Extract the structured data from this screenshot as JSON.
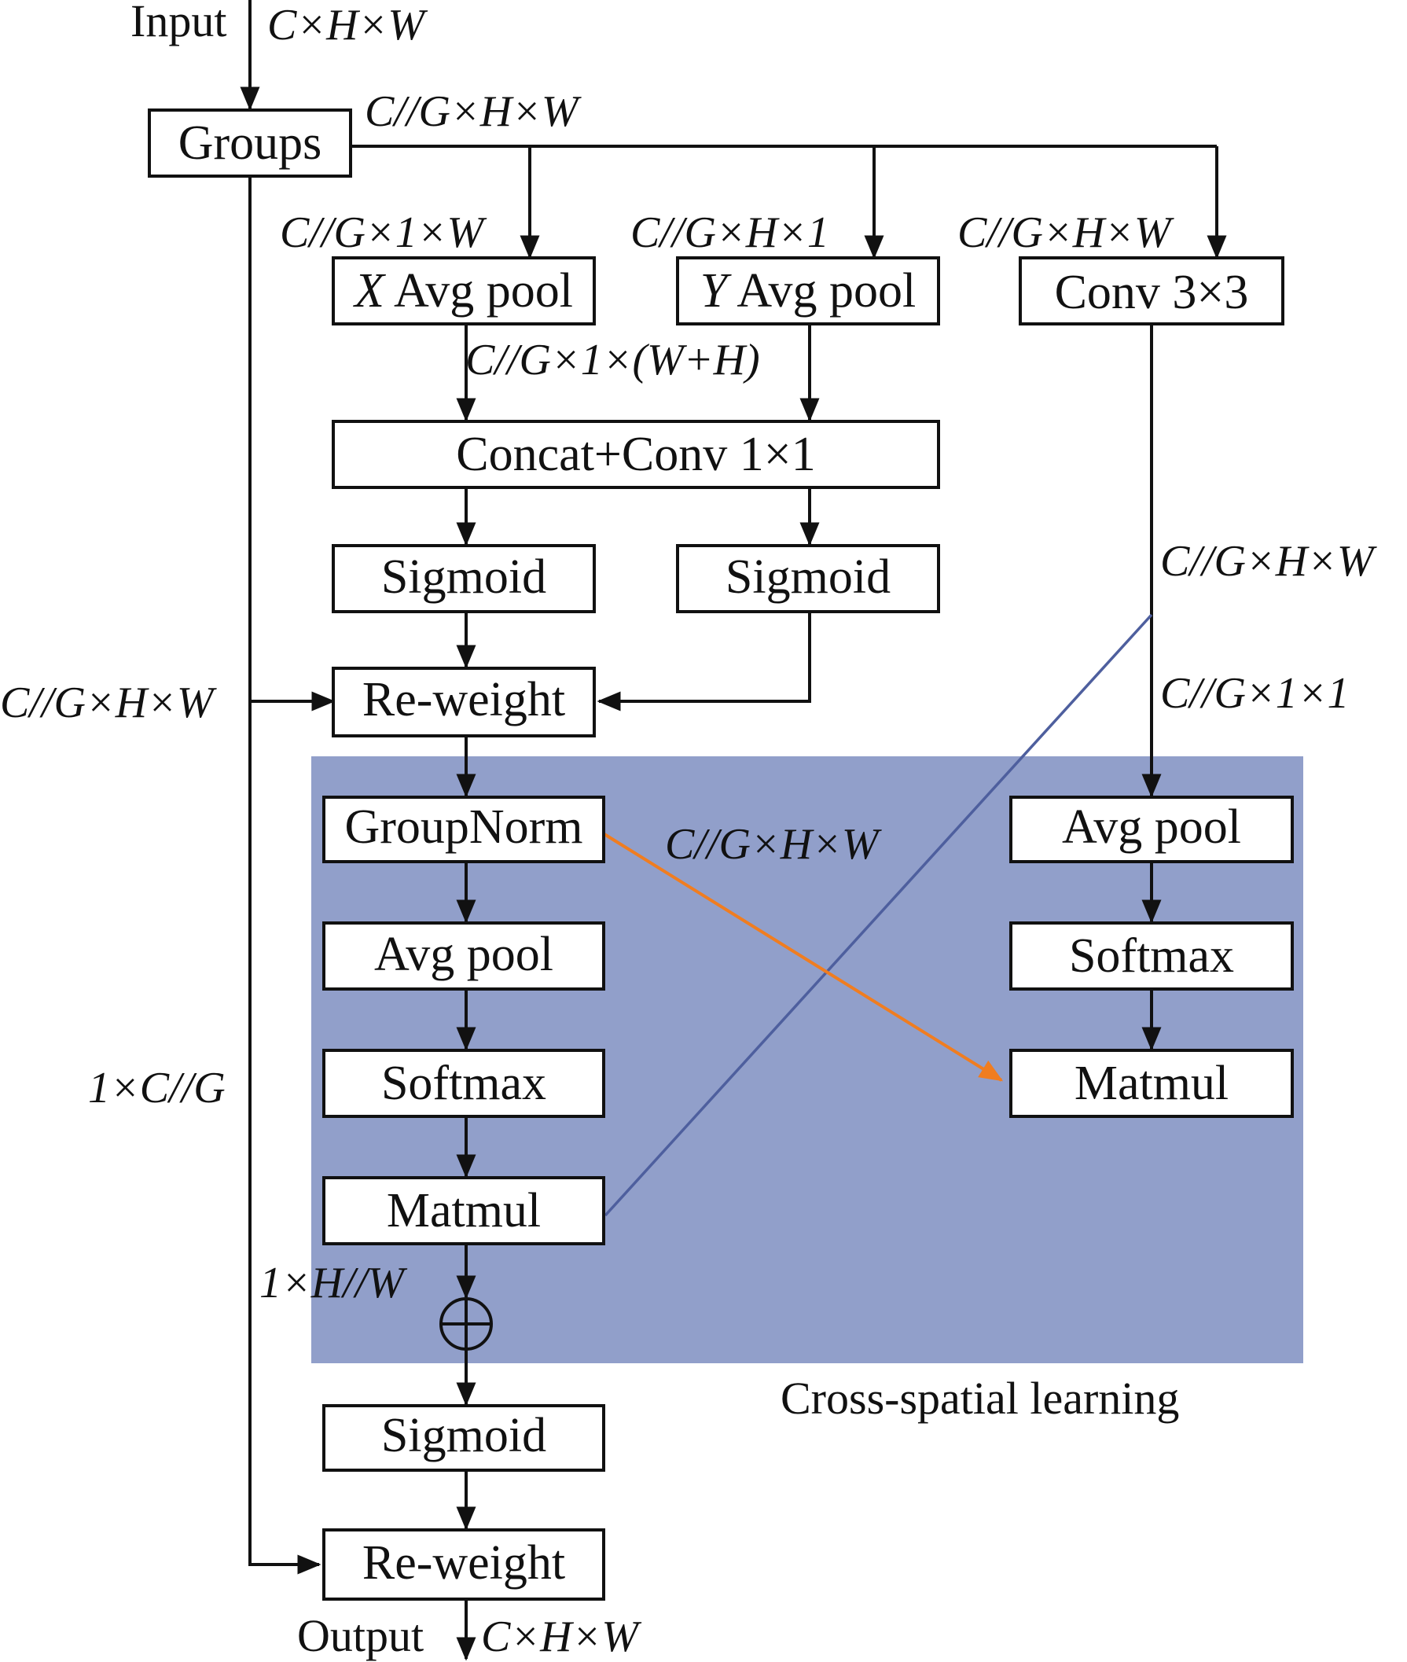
{
  "colors": {
    "region_fill": "#919fca",
    "orange_arrow": "#f07d20",
    "blue_line": "#4e5f9e",
    "stroke": "#111111"
  },
  "labels": {
    "input": "Input",
    "input_dims": "C×H×W",
    "groups_out": "C//G×H×W",
    "x_pool_in": "C//G×1×W",
    "y_pool_in": "C//G×H×1",
    "conv3_in": "C//G×H×W",
    "concat_in": "C//G×1×(W+H)",
    "left_branch": "C//G×H×W",
    "conv3_out": "C//G×H×W",
    "right_pool_in": "C//G×1×1",
    "gn_cross": "C//G×H×W",
    "channel_dims": "1×C//G",
    "matmul_out": "1×H//W",
    "output": "Output",
    "output_dims": "C×H×W",
    "region_caption": "Cross-spatial learning"
  },
  "blocks": {
    "groups": "Groups",
    "x_pool_prefix": "X",
    "x_pool_text": " Avg pool",
    "y_pool_prefix": "Y",
    "y_pool_text": " Avg pool",
    "conv3": "Conv 3×3",
    "concat": "Concat+Conv 1×1",
    "sigmoid_left": "Sigmoid",
    "sigmoid_right": "Sigmoid",
    "reweight_top": "Re-weight",
    "groupnorm": "GroupNorm",
    "avgpool_left": "Avg pool",
    "softmax_left": "Softmax",
    "matmul_left": "Matmul",
    "avgpool_right": "Avg pool",
    "softmax_right": "Softmax",
    "matmul_right": "Matmul",
    "sigmoid_bottom": "Sigmoid",
    "reweight_bottom": "Re-weight"
  }
}
